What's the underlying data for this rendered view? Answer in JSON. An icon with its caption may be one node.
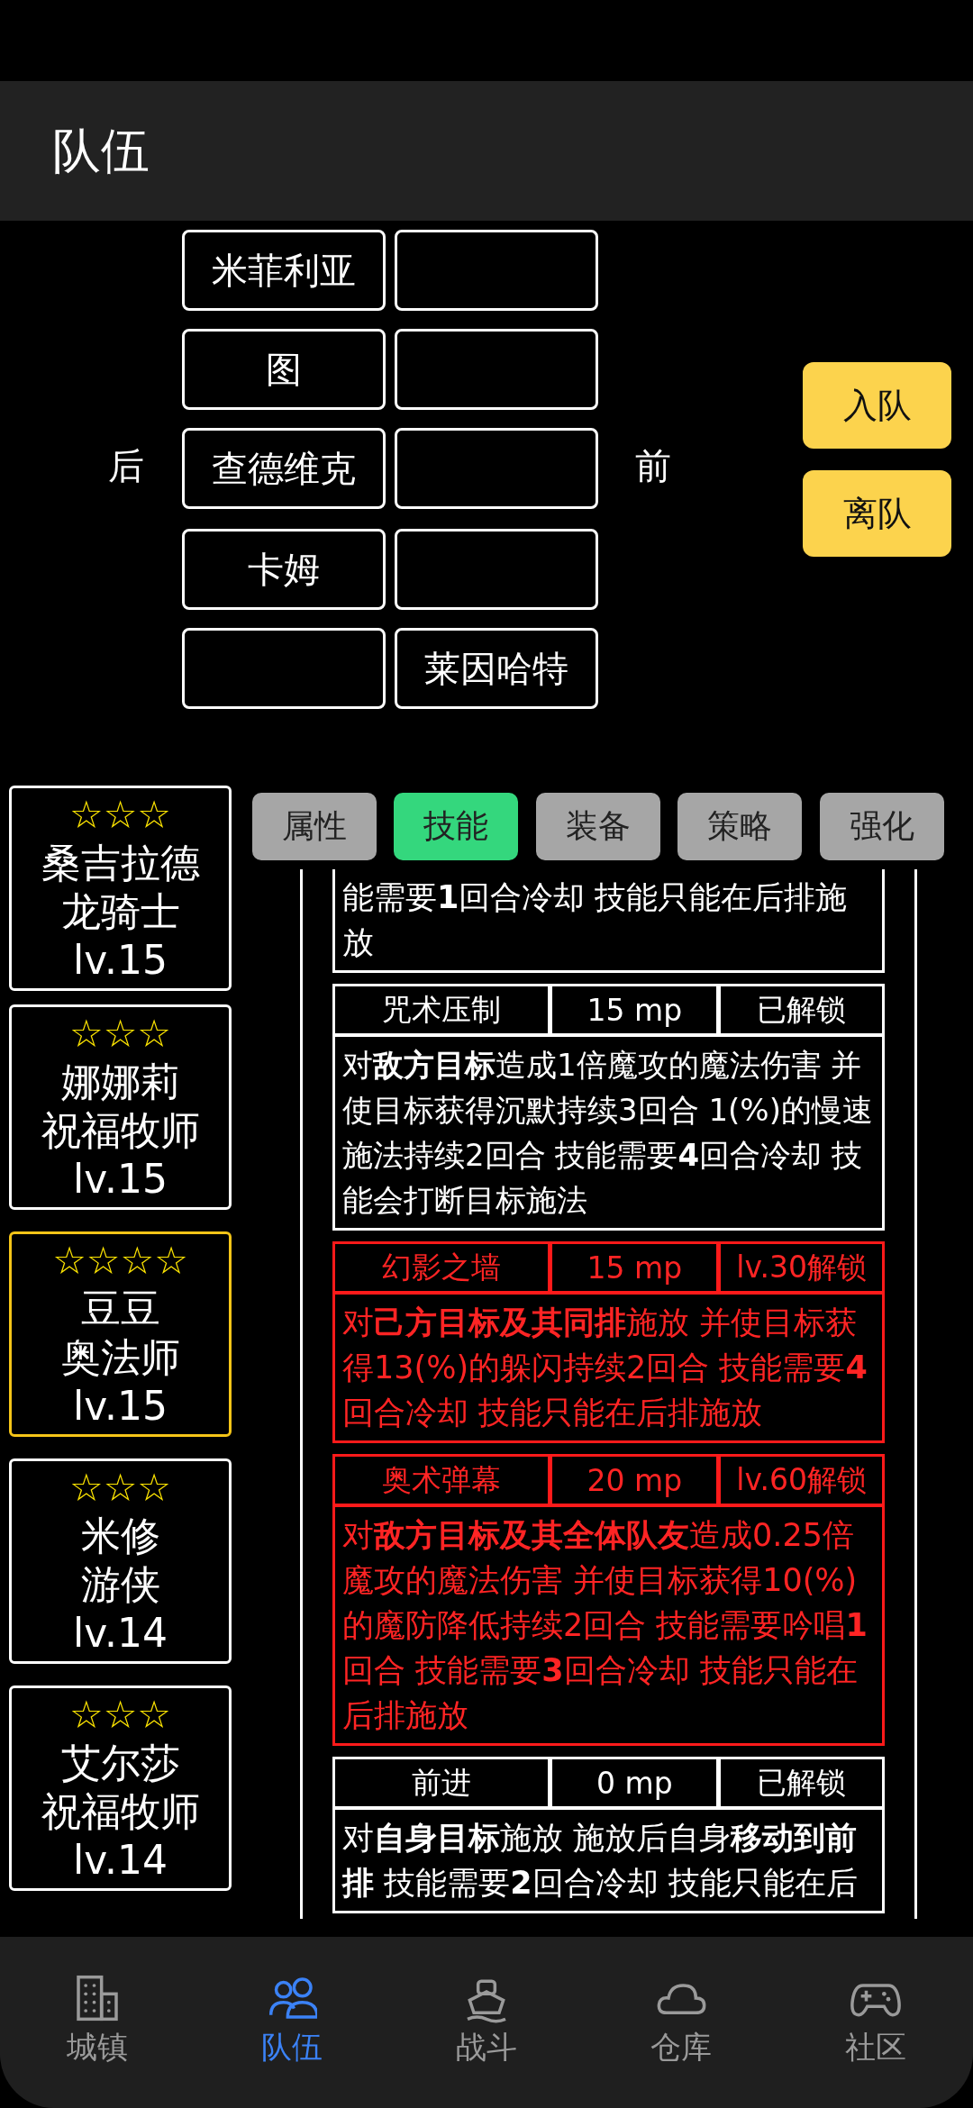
{
  "diagram": {
    "title": "队伍",
    "nodes": [
      {
        "text": [
          "米菲利亚"
        ]
      },
      {
        "text": [],
        "shape": "box"
      },
      {
        "text": [
          "图"
        ]
      },
      {
        "text": [],
        "shape": "box"
      },
      {
        "text": [
          "查德维克"
        ]
      },
      {
        "text": [],
        "shape": "box"
      },
      {
        "text": [
          "卡姆"
        ]
      },
      {
        "text": [],
        "shape": "box"
      },
      {
        "text": [],
        "shape": "box"
      },
      {
        "text": [
          "莱因哈特"
        ]
      },
      {
        "text": [
          "入队"
        ]
      },
      {
        "text": [
          "离队"
        ]
      },
      {
        "text": [
          "☆☆☆",
          "桑吉拉德",
          "龙骑士",
          "lv.15"
        ]
      },
      {
        "text": [
          "☆☆☆",
          "娜娜莉",
          "祝福牧师",
          "lv.15"
        ]
      },
      {
        "text": [
          "☆☆☆☆",
          "豆豆",
          "奥法师",
          "lv.15"
        ]
      },
      {
        "text": [
          "☆☆☆",
          "米修",
          "游侠",
          "lv.14"
        ]
      },
      {
        "text": [
          "☆☆☆",
          "艾尔莎",
          "祝福牧师",
          "lv.14"
        ]
      },
      {
        "text": [
          "属性"
        ]
      },
      {
        "text": [
          "技能"
        ]
      },
      {
        "text": [
          "装备"
        ]
      },
      {
        "text": [
          "策略"
        ]
      },
      {
        "text": [
          "强化"
        ]
      },
      {
        "text": [
          "能需要**1**回合冷却 技能只能在后排施放"
        ]
      },
      {
        "text": [
          "咒术压制",
          "15 mp",
          "已解锁",
          "对**敌方目标**造成1倍魔攻的魔法伤害 并使目标获得沉默持续3回合 1(%)的慢速施法持续2回合 技能需要**4**回合冷却 技能会打断目标施法"
        ]
      },
      {
        "text": [
          "幻影之墙",
          "15 mp",
          "lv.30解锁",
          "对**己方目标及其同排**施放 并使目标获得13(%)的躲闪持续2回合 技能需要**4**回合冷却 技能只能在后排施放"
        ]
      },
      {
        "text": [
          "奥术弹幕",
          "20 mp",
          "lv.60解锁",
          "对**敌方目标及其全体队友**造成0.25倍魔攻的魔法伤害 并使目标获得10(%)的魔防降低持续2回合 技能需要吟唱**1**回合 技能需要**3**回合冷却 技能只能在后排施放"
        ]
      },
      {
        "text": [
          "前进",
          "0 mp",
          "已解锁",
          "对**自身目标**施放 施放后自身**移动到前排** 技能需要**2**回合冷却 技能只能在后"
        ]
      },
      {
        "text": [
          "城镇"
        ]
      },
      {
        "text": [
          "队伍"
        ]
      },
      {
        "text": [
          "战斗"
        ]
      },
      {
        "text": [
          "仓库"
        ]
      },
      {
        "text": [
          "社区"
        ]
      }
    ],
    "labels": [
      "后",
      "前"
    ]
  }
}
